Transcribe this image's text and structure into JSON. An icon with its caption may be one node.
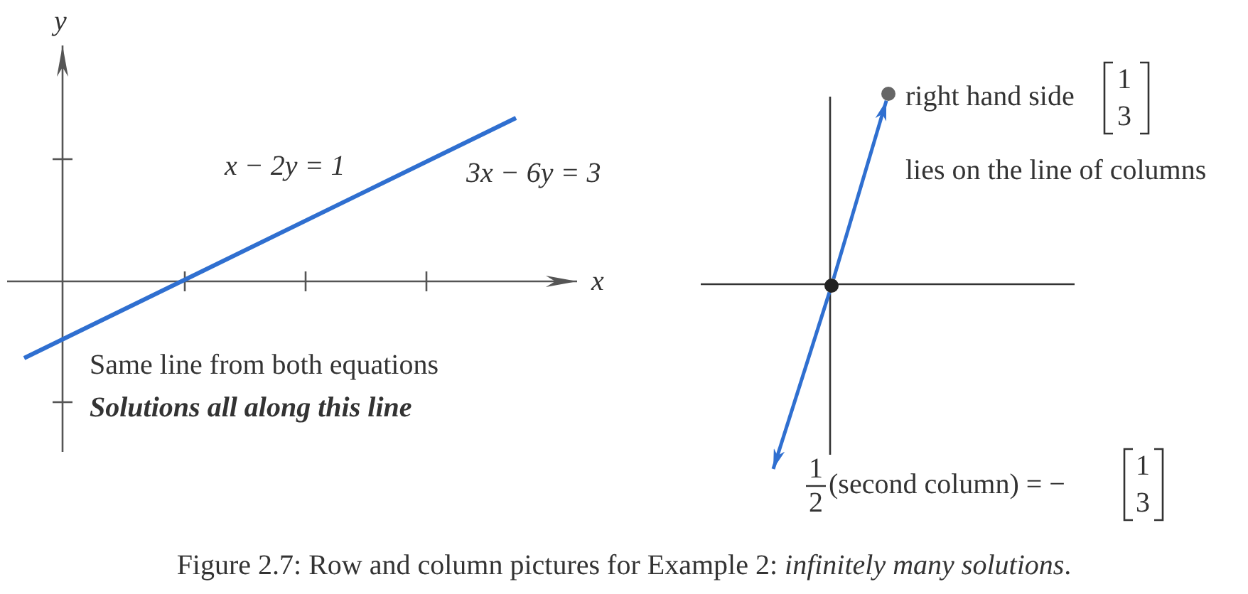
{
  "diagram": {
    "caption": "Figure 2.7: Row and column pictures for Example  2: *infinitely many solutions*.",
    "nodes": [
      {
        "text": [],
        "shape": "circle"
      },
      {
        "text": [],
        "shape": "circle"
      }
    ],
    "edges": [
      {
        "from": 0,
        "to": 1,
        "arrow": "to"
      },
      {
        "from": 0,
        "to": null,
        "arrow": "to"
      }
    ],
    "labels": [
      "y",
      "x − 2y = 1",
      "3x − 6y = 3",
      "x",
      "Same line from both equations",
      "Solutions all along this line",
      "right hand side",
      "1",
      "3",
      "lies on the line of columns",
      "1",
      "2",
      "(second column) = −",
      "1",
      "3"
    ]
  }
}
